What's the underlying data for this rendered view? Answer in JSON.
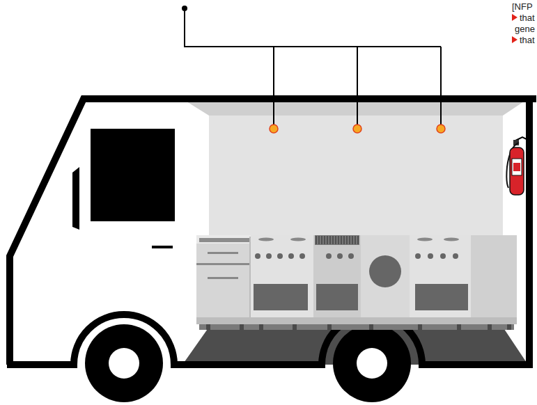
{
  "diagram": {
    "labels": [
      "[NFP",
      "that",
      "gene",
      "that"
    ]
  }
}
